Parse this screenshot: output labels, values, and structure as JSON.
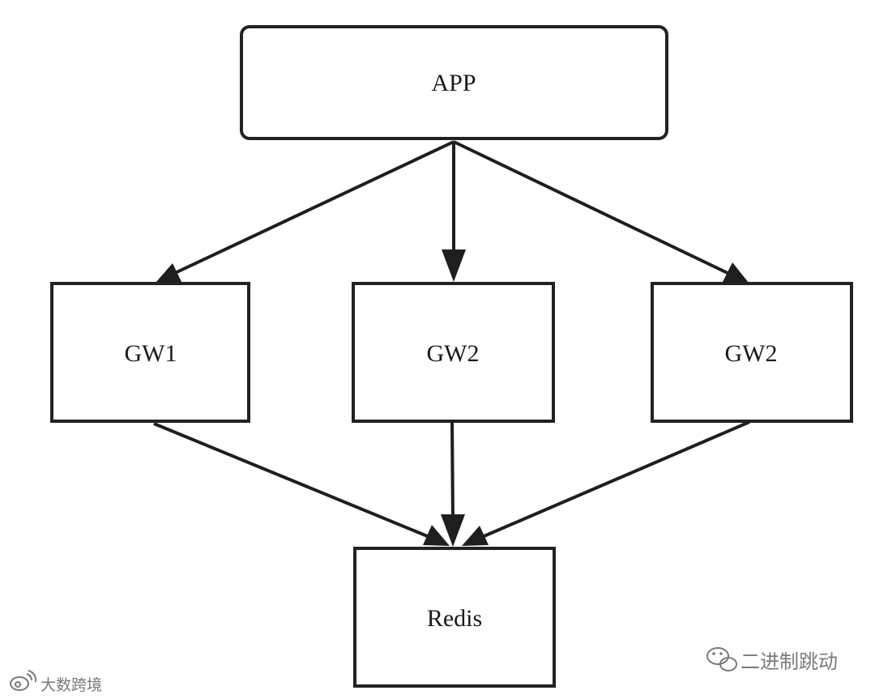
{
  "diagram": {
    "nodes": [
      {
        "id": "app",
        "label": "APP"
      },
      {
        "id": "gw1",
        "label": "GW1"
      },
      {
        "id": "gw2a",
        "label": "GW2"
      },
      {
        "id": "gw2b",
        "label": "GW2"
      },
      {
        "id": "redis",
        "label": "Redis"
      }
    ],
    "edges": [
      {
        "from": "app",
        "to": "gw1"
      },
      {
        "from": "app",
        "to": "gw2a"
      },
      {
        "from": "app",
        "to": "gw2b"
      },
      {
        "from": "gw1",
        "to": "redis"
      },
      {
        "from": "gw2a",
        "to": "redis"
      },
      {
        "from": "gw2b",
        "to": "redis"
      }
    ]
  },
  "watermarks": {
    "left": "大数跨境",
    "right": "二进制跳动"
  },
  "colors": {
    "stroke": "#222222",
    "background": "#ffffff",
    "watermark": "#7a7a7a"
  }
}
